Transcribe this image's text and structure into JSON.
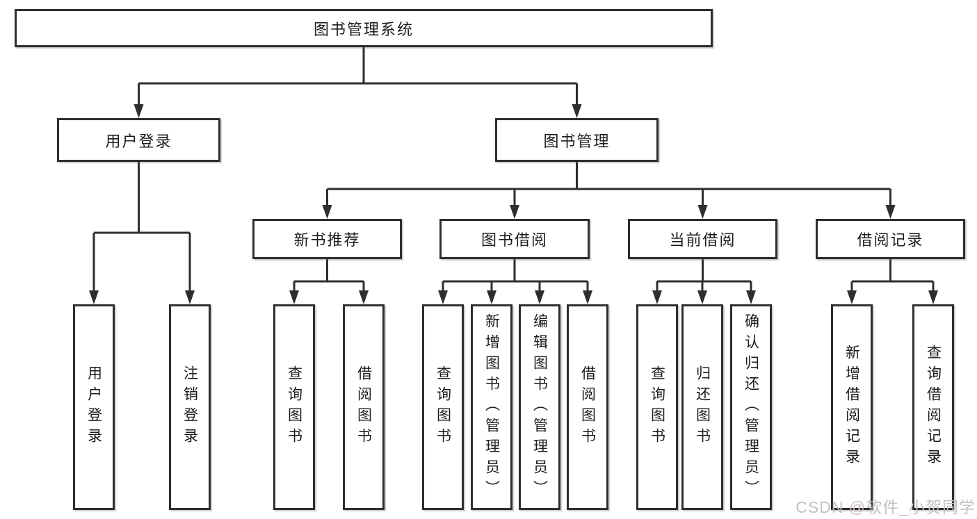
{
  "tree": {
    "label": "图书管理系统",
    "children": [
      {
        "label": "用户登录",
        "children": [
          {
            "label": "用户登录"
          },
          {
            "label": "注销登录"
          }
        ]
      },
      {
        "label": "图书管理",
        "children": [
          {
            "label": "新书推荐",
            "children": [
              {
                "label": "查询图书"
              },
              {
                "label": "借阅图书"
              }
            ]
          },
          {
            "label": "图书借阅",
            "children": [
              {
                "label": "查询图书"
              },
              {
                "label": "新增图书（管理员）"
              },
              {
                "label": "编辑图书（管理员）"
              },
              {
                "label": "借阅图书"
              }
            ]
          },
          {
            "label": "当前借阅",
            "children": [
              {
                "label": "查询图书"
              },
              {
                "label": "归还图书"
              },
              {
                "label": "确认归还（管理员）"
              }
            ]
          },
          {
            "label": "借阅记录",
            "children": [
              {
                "label": "新增借阅记录"
              },
              {
                "label": "查询借阅记录"
              }
            ]
          }
        ]
      }
    ]
  },
  "watermark": {
    "text": "CSDN @软件_小贺同学"
  },
  "colors": {
    "line": "#2e2e2e",
    "text": "#1c1c1c",
    "watermark": "#c9c0c0",
    "background": "#ffffff"
  }
}
